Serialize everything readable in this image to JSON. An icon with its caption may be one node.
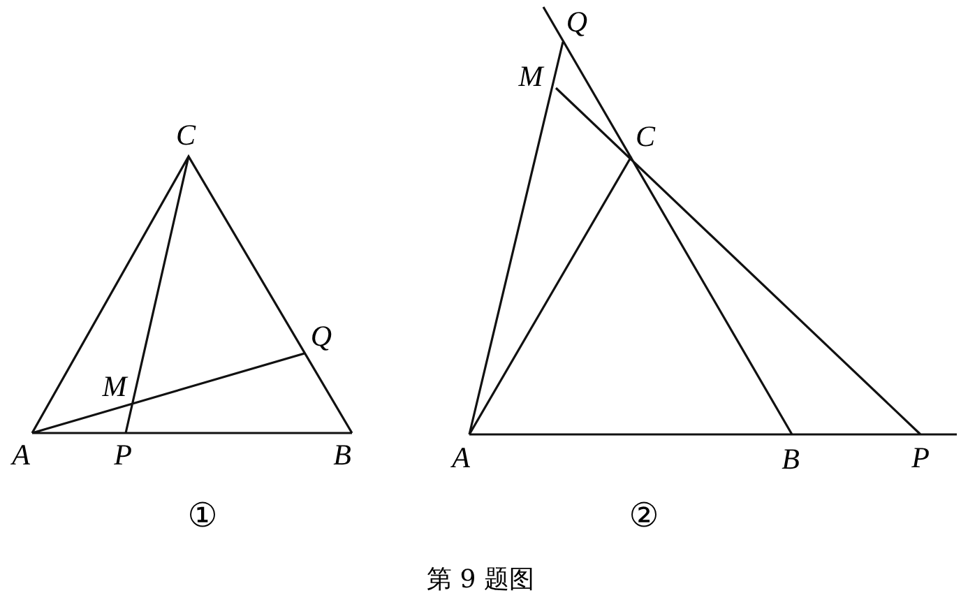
{
  "diagram": {
    "caption": "第 9 题图",
    "labels": [
      "C",
      "Q",
      "M",
      "A",
      "P",
      "B",
      "①",
      "Q",
      "M",
      "C",
      "A",
      "B",
      "P",
      "②"
    ]
  }
}
